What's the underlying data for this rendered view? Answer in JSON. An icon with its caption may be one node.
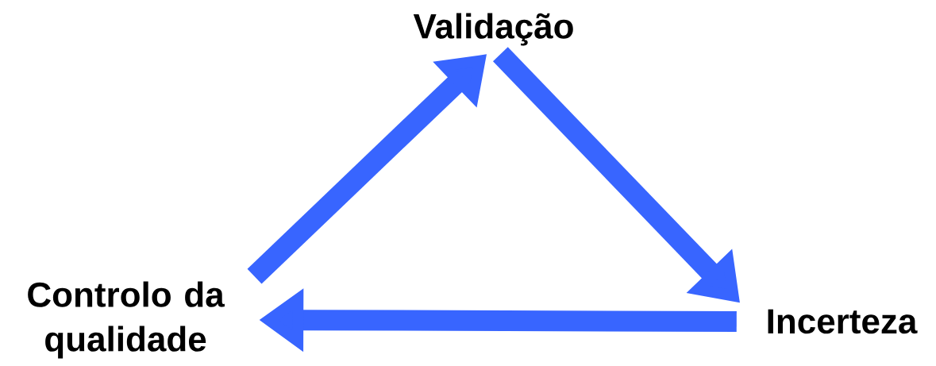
{
  "diagram": {
    "nodes": [
      {
        "text": [
          "Validação"
        ]
      },
      {
        "text": [
          "Incerteza"
        ]
      },
      {
        "text": [
          "Controlo da qualidade"
        ]
      }
    ],
    "edges": [
      {
        "from": 2,
        "to": 0,
        "arrow": "to"
      },
      {
        "from": 0,
        "to": 1,
        "arrow": "to"
      },
      {
        "from": 1,
        "to": 2,
        "arrow": "to"
      }
    ]
  }
}
